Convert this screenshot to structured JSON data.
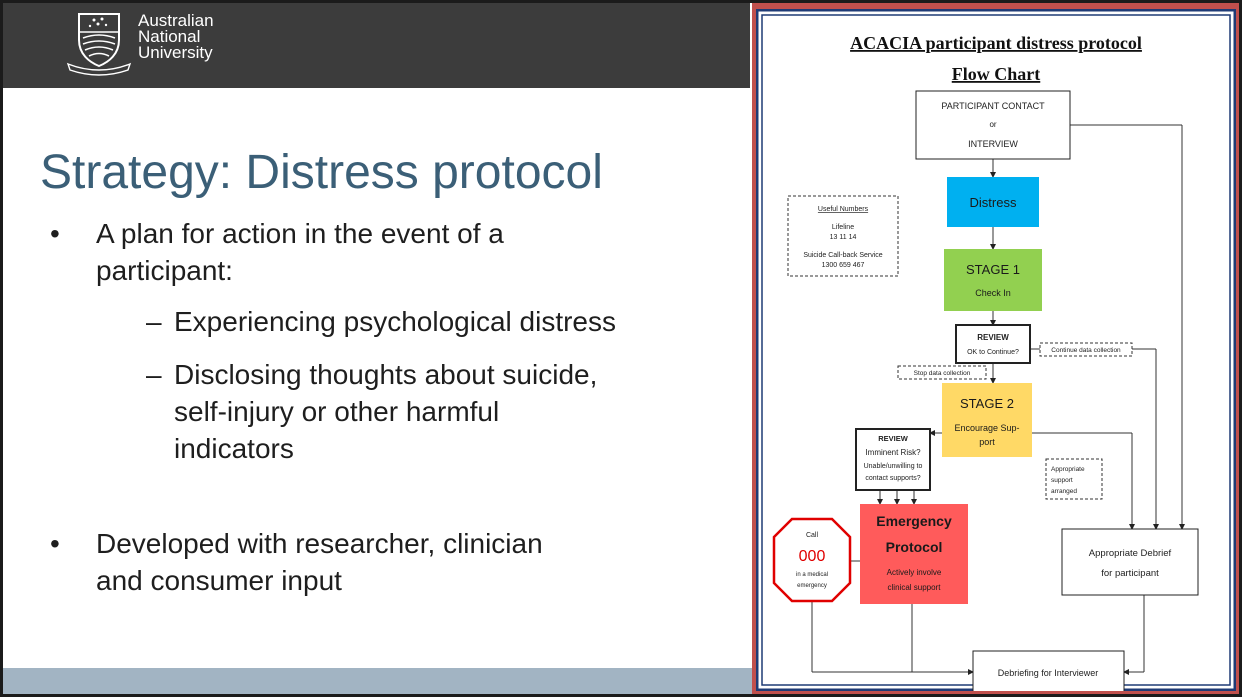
{
  "header": {
    "university_lines": [
      "Australian",
      "National",
      "University"
    ]
  },
  "slide": {
    "title": "Strategy: Distress protocol",
    "bullets": {
      "b1": "A plan for action in the event of a participant:",
      "b1_line1": "A plan for action in the event of a",
      "b1_line2": "participant:",
      "sub1": "Experiencing psychological distress",
      "sub2_line1": "Disclosing thoughts about suicide,",
      "sub2_line2": "self-injury or other harmful",
      "sub2_line3": "indicators",
      "b2_line1": "Developed with researcher, clinician",
      "b2_line2": "and consumer input"
    },
    "bullet_glyph": "•",
    "dash_glyph": "–"
  },
  "flowchart": {
    "title": "ACACIA participant distress protocol",
    "subtitle": "Flow Chart",
    "contact_l1": "PARTICIPANT CONTACT",
    "contact_l2": "or",
    "contact_l3": "INTERVIEW",
    "distress": "Distress",
    "useful_title": "Useful Numbers",
    "lifeline": "Lifeline",
    "lifeline_num": "13 11 14",
    "callback": "Suicide Call-back Service",
    "callback_num": "1300 659 467",
    "stage1": "STAGE 1",
    "checkin": "Check In",
    "review1_title": "REVIEW",
    "review1_q": "OK to Continue?",
    "continue": "Continue data collection",
    "stop": "Stop data collection",
    "stage2": "STAGE 2",
    "encourage_l1": "Encourage Sup-",
    "encourage_l2": "port",
    "review2_title": "REVIEW",
    "review2_l1": "Imminent Risk?",
    "review2_l2": "Unable/unwilling to",
    "review2_l3": "contact supports?",
    "appropriate_l1": "Appropriate",
    "appropriate_l2": "support",
    "appropriate_l3": "arranged",
    "emergency_l1": "Emergency",
    "emergency_l2": "Protocol",
    "emergency_l3": "Actively involve",
    "emergency_l4": "clinical support",
    "call": "Call",
    "call_num": "000",
    "call_l1": "in a medical",
    "call_l2": "emergency",
    "debrief_l1": "Appropriate Debrief",
    "debrief_l2": "for participant",
    "interviewer": "Debriefing for Interviewer"
  },
  "colors": {
    "header_bg": "#3c3c3c",
    "title": "#3b5f77",
    "footer_band": "#a2b4c3",
    "panel_red": "#c0504d",
    "frame_blue": "#1f3b75",
    "distress_blue": "#00b0f0",
    "stage1_green": "#92d050",
    "stage2_yellow": "#ffd966",
    "emergency_red": "#ff5b5b",
    "stop_red": "#e00000"
  }
}
